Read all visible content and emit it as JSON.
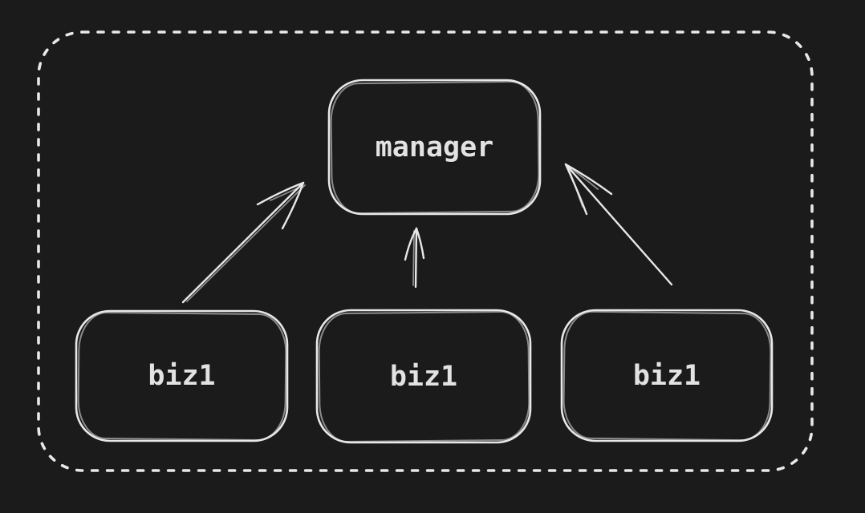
{
  "colors": {
    "background": "#1b1b1b",
    "stroke": "#e8e8e8",
    "text": "#e2e2e2"
  },
  "diagram": {
    "frame": {
      "style": "dotted-rounded-rectangle"
    },
    "nodes": [
      {
        "id": "manager",
        "label": "manager"
      },
      {
        "id": "biz1-left",
        "label": "biz1"
      },
      {
        "id": "biz1-mid",
        "label": "biz1"
      },
      {
        "id": "biz1-right",
        "label": "biz1"
      }
    ],
    "edges": [
      {
        "from": "biz1-left",
        "to": "manager",
        "type": "arrow"
      },
      {
        "from": "biz1-mid",
        "to": "manager",
        "type": "arrow"
      },
      {
        "from": "biz1-right",
        "to": "manager",
        "type": "arrow"
      }
    ]
  }
}
